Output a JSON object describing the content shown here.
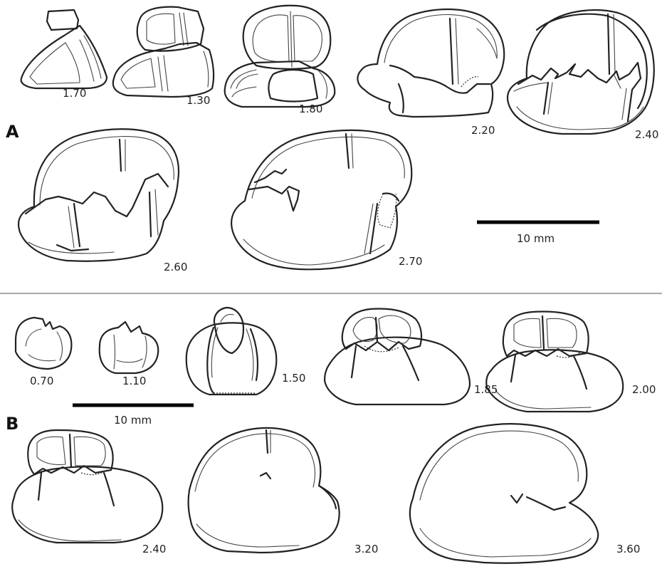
{
  "panels": {
    "A": {
      "label": "A",
      "sections": [
        "1.70",
        "1.30",
        "1.80",
        "2.20",
        "2.40",
        "2.60",
        "2.70"
      ],
      "scale_bar": "10 mm"
    },
    "B": {
      "label": "B",
      "sections": [
        "0.70",
        "1.10",
        "1.50",
        "1.85",
        "2.00",
        "2.40",
        "3.20",
        "3.60"
      ],
      "scale_bar": "10 mm"
    }
  }
}
